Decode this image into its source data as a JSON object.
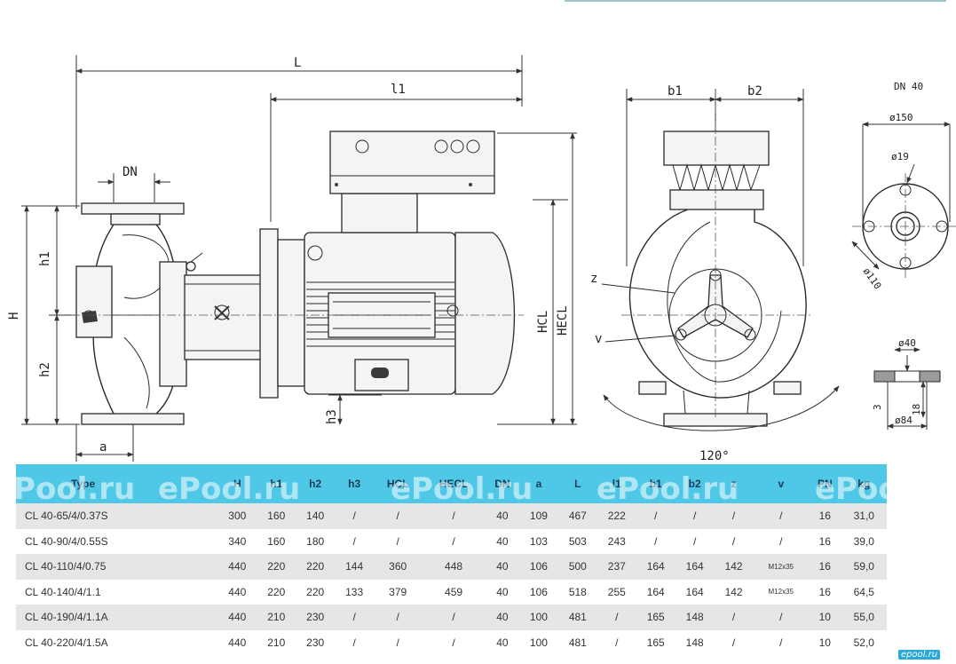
{
  "drawing_labels": {
    "L": "L",
    "l1": "l1",
    "DN": "DN",
    "h1": "h1",
    "H": "H",
    "h2": "h2",
    "h3": "h3",
    "a": "a",
    "HCL": "HCL",
    "HECL": "HECL",
    "b1": "b1",
    "b2": "b2",
    "z": "z",
    "v": "v",
    "angle": "120°",
    "flange_title": "DN 40",
    "d150": "ø150",
    "d19": "ø19",
    "d110": "ø110",
    "d40": "ø40",
    "d84": "ø84",
    "t3": "3",
    "t18": "18"
  },
  "watermark": "ePool.ru",
  "corner_logo": "epool.ru",
  "table": {
    "headers": [
      "Type",
      "H",
      "h1",
      "h2",
      "h3",
      "HCL",
      "HECL",
      "DN",
      "a",
      "L",
      "l1",
      "b1",
      "b2",
      "z",
      "v",
      "PN",
      "kg"
    ],
    "rows": [
      [
        "CL 40-65/4/0.37S",
        "300",
        "160",
        "140",
        "/",
        "/",
        "/",
        "40",
        "109",
        "467",
        "222",
        "/",
        "/",
        "/",
        "/",
        "16",
        "31,0"
      ],
      [
        "CL 40-90/4/0.55S",
        "340",
        "160",
        "180",
        "/",
        "/",
        "/",
        "40",
        "103",
        "503",
        "243",
        "/",
        "/",
        "/",
        "/",
        "16",
        "39,0"
      ],
      [
        "CL 40-110/4/0.75",
        "440",
        "220",
        "220",
        "144",
        "360",
        "448",
        "40",
        "106",
        "500",
        "237",
        "164",
        "164",
        "142",
        "M12x35",
        "16",
        "59,0"
      ],
      [
        "CL 40-140/4/1.1",
        "440",
        "220",
        "220",
        "133",
        "379",
        "459",
        "40",
        "106",
        "518",
        "255",
        "164",
        "164",
        "142",
        "M12x35",
        "16",
        "64,5"
      ],
      [
        "CL 40-190/4/1.1A",
        "440",
        "210",
        "230",
        "/",
        "/",
        "/",
        "40",
        "100",
        "481",
        "/",
        "165",
        "148",
        "/",
        "/",
        "10",
        "55,0"
      ],
      [
        "CL 40-220/4/1.5A",
        "440",
        "210",
        "230",
        "/",
        "/",
        "/",
        "40",
        "100",
        "481",
        "/",
        "165",
        "148",
        "/",
        "/",
        "10",
        "52,0"
      ]
    ]
  }
}
